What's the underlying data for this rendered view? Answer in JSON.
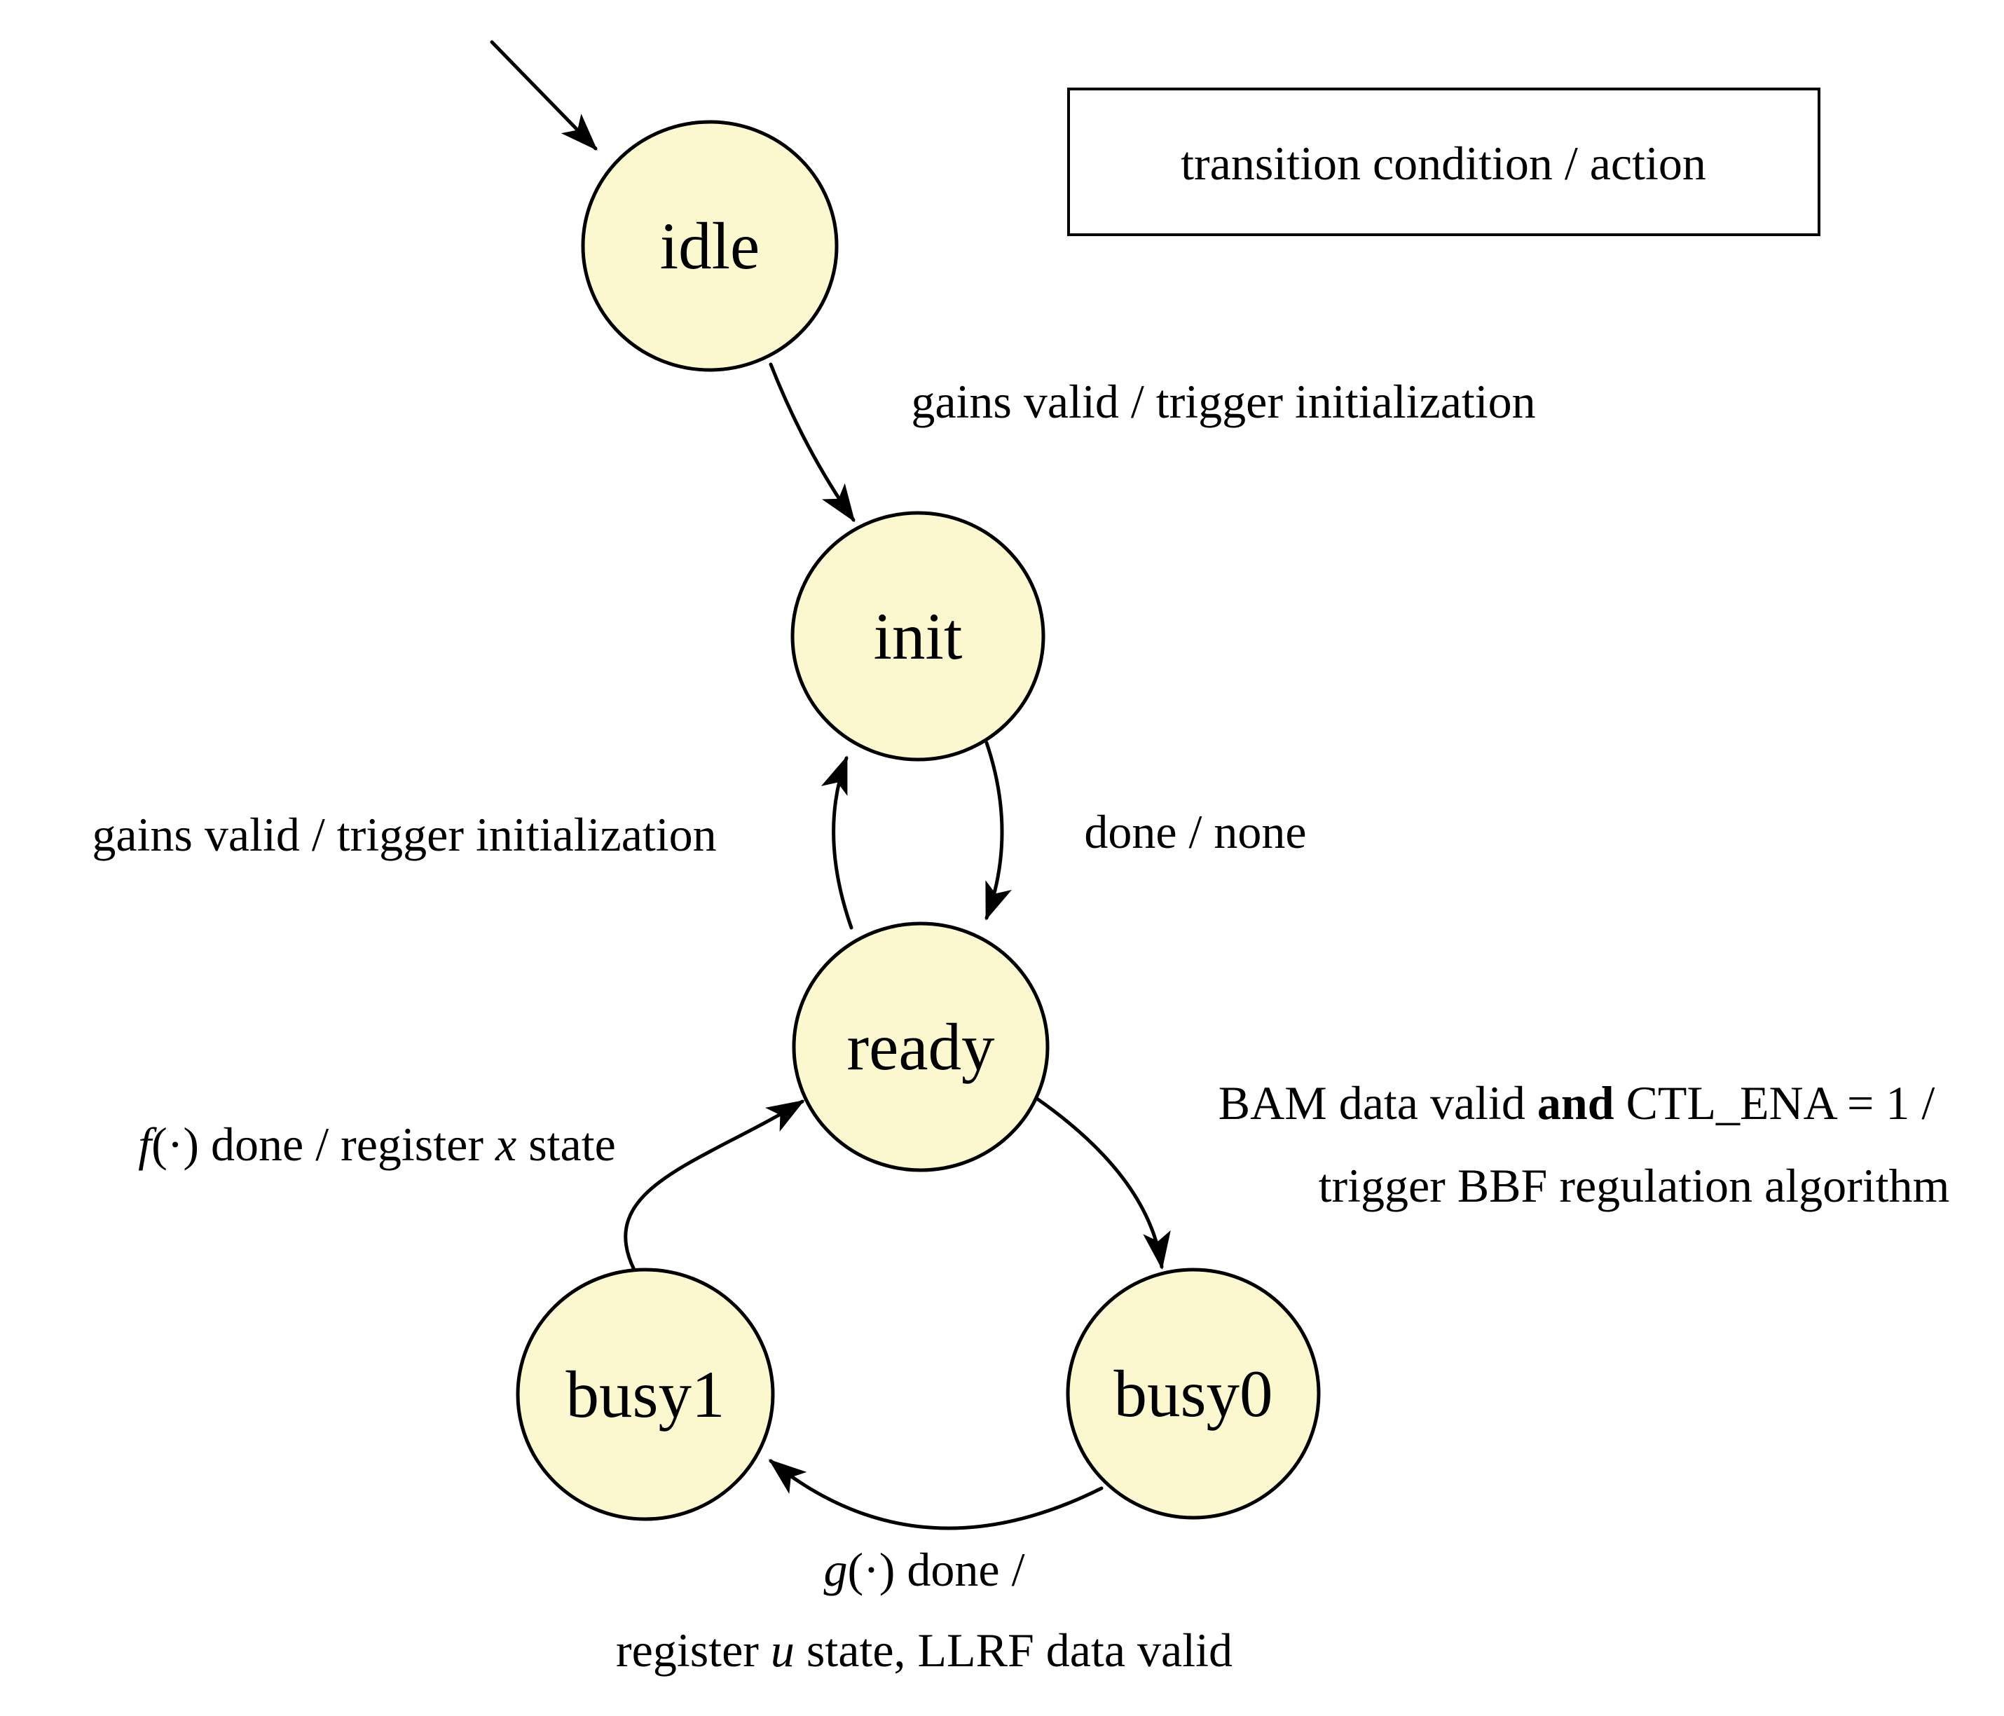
{
  "legend": {
    "label": "transition condition / action"
  },
  "states": {
    "idle": {
      "label": "idle"
    },
    "init": {
      "label": "init"
    },
    "ready": {
      "label": "ready"
    },
    "busy1": {
      "label": "busy1"
    },
    "busy0": {
      "label": "busy0"
    }
  },
  "transitions": {
    "idle_to_init": {
      "condition_action": "gains valid / trigger initialization"
    },
    "init_to_ready": {
      "condition_action": "done / none"
    },
    "ready_to_init": {
      "condition_action": "gains valid / trigger initialization"
    },
    "ready_to_busy0": {
      "line1": [
        {
          "t": "BAM data valid "
        },
        {
          "t": "and"
        },
        {
          "t": " CTL_ENA = 1 /"
        }
      ],
      "line2": "trigger BBF regulation algorithm"
    },
    "busy0_to_busy1": {
      "line1": [
        {
          "t": "g"
        },
        {
          "t": "(·) done /"
        }
      ],
      "line2": [
        {
          "t": "register "
        },
        {
          "t": "u"
        },
        {
          "t": " state, LLRF data valid"
        }
      ]
    },
    "busy1_to_ready": {
      "parts": [
        {
          "t": "f"
        },
        {
          "t": "(·) done / register "
        },
        {
          "t": "x"
        },
        {
          "t": " state"
        }
      ]
    }
  },
  "colors": {
    "state_fill": "#FBF8D0",
    "line": "#000000",
    "background": "#FFFFFF"
  }
}
